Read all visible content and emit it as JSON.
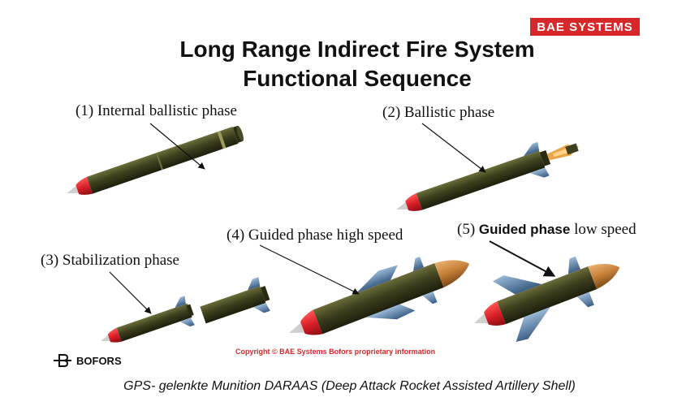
{
  "logo": "BAE SYSTEMS",
  "title": {
    "line1": "Long Range Indirect Fire System",
    "line2": "Functional Sequence"
  },
  "phases": [
    {
      "label": "(1) Internal ballistic phase"
    },
    {
      "label": "(2) Ballistic phase"
    },
    {
      "label": "(3) Stabilization phase"
    },
    {
      "label": "(4) Guided phase high speed"
    },
    {
      "label_bold": "Guided phase",
      "label_prefix": "(5)",
      "label_suffix": "low speed"
    }
  ],
  "copyright": "Copyright © BAE Systems Bofors proprietary information",
  "bofors_logo": "BOFORS",
  "caption": "GPS- gelenkte Munition DARAAS (Deep Attack Rocket Assisted Artillery Shell)",
  "colors": {
    "shell_body": "#3d3f1e",
    "shell_nose_red": "#d81e26",
    "shell_nose_orange": "#c8823a",
    "fins": "#5a7fa6",
    "brand_red": "#d6282b"
  }
}
